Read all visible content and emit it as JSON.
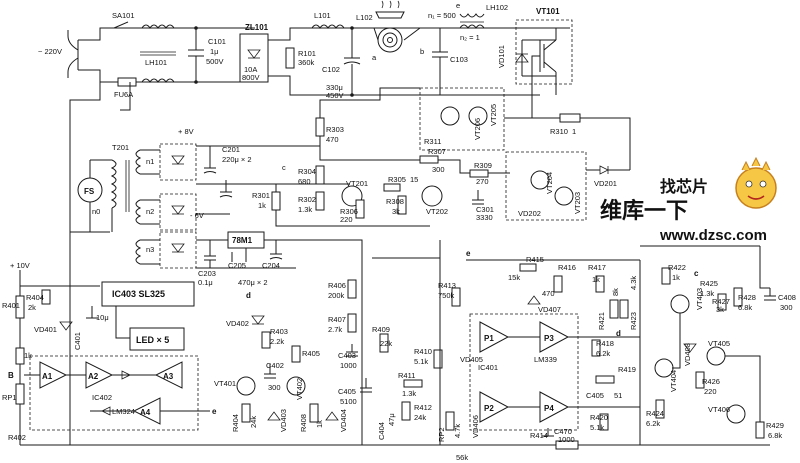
{
  "mains": {
    "voltage": "~ 220V",
    "switch": "SA101",
    "filter": "LH101",
    "fuse": "FU6A"
  },
  "rectifier": {
    "ref": "ZL101",
    "current": "10A",
    "voltage": "800V"
  },
  "caps_input": {
    "c101_ref": "C101",
    "c101_val": "1μ",
    "c101_v": "500V"
  },
  "r101": {
    "ref": "R101",
    "val": "360k"
  },
  "l101": {
    "ref": "L101"
  },
  "c102": {
    "ref": "C102",
    "val": "330μ",
    "v": "450V"
  },
  "coil": {
    "ref": "L102",
    "node_a": "a",
    "node_b": "b"
  },
  "ct": {
    "ref": "LH102",
    "n1": "n₁ = 500",
    "n2": "n₂ = 1",
    "node_e": "e"
  },
  "c103": {
    "ref": "C103"
  },
  "power_stage": {
    "igbt": "VT101",
    "diode": "VD101",
    "r310_ref": "R310",
    "r310_val": "1"
  },
  "fan": {
    "label": "FS",
    "n0": "n0"
  },
  "transformer": {
    "ref": "T201",
    "n1": "n1",
    "n2": "n2",
    "n3": "n3"
  },
  "supply": {
    "plus8": "+ 8V",
    "minus6": "- 6V",
    "c201_ref": "C201",
    "c201_val": "220μ × 2",
    "reg": "78M1",
    "c203_ref": "C203",
    "c203_val": "0.1μ",
    "c205_ref": "C205",
    "c204_ref": "C204",
    "c204_val": "470μ × 2",
    "plus10": "+ 10V"
  },
  "driver": {
    "r303_ref": "R303",
    "r303_val": "470",
    "r304_ref": "R304",
    "r304_val": "680",
    "r301_ref": "R301",
    "r301_val": "1k",
    "r302_ref": "R302",
    "r302_val": "1.3k",
    "node_c": "c",
    "vt201": "VT201",
    "r306_ref": "R306",
    "r306_val": "220",
    "r305_ref": "R305",
    "r305_val": "15",
    "r308_ref": "R308",
    "r308_val": "3k",
    "vt202": "VT202",
    "r307_ref": "R307",
    "r307_val": "300",
    "r309_ref": "R309",
    "r309_val": "270",
    "c301_ref": "C301",
    "c301_val": "3330",
    "r311_ref": "R311",
    "vt206": "VT206",
    "vt205": "VT205",
    "vt204": "VT204",
    "vt203": "VT203",
    "vd202": "VD202",
    "vd201": "VD201"
  },
  "ic403": {
    "label": "IC403 SL325",
    "led": "LED × 5"
  },
  "left_block": {
    "r401": "R401",
    "r404_ref": "R404",
    "r404_val": "2k",
    "vd401": "VD401",
    "c401": "C401",
    "c401_val": "10μ",
    "node_b": "B",
    "r1k": "1k",
    "rp1": "RP1",
    "r402": "R402",
    "a1": "A1",
    "a2": "A2",
    "a3": "A3",
    "a4": "A4",
    "ic402": "IC402",
    "lm324": "LM324",
    "node_e": "e"
  },
  "mid_block": {
    "node_d": "d",
    "vd402": "VD402",
    "r403_ref": "R403",
    "r403_val": "2.2k",
    "r405": "R405",
    "c402_ref": "C402",
    "c402_val": "300",
    "vt401": "VT401",
    "vt402": "VT402",
    "r404b_ref": "R404",
    "r404b_val": "24k",
    "vd403": "VD403",
    "r408_ref": "R408",
    "r408_val": "1k",
    "vd404": "VD404",
    "r406_ref": "R406",
    "r406_val": "200k",
    "r407_ref": "R407",
    "r407_val": "2.7k",
    "c403_ref": "C403",
    "c403_val": "1000",
    "c405_ref": "C405",
    "c405_val": "5100",
    "r409_ref": "R409",
    "r409_val": "22k",
    "r410_ref": "R410",
    "r410_val": "5.1k",
    "r411_ref": "R411",
    "r411_val": "1.3k",
    "r412_ref": "R412",
    "r412_val": "24k",
    "c404_ref": "C404",
    "c404_val": "47μ",
    "rp2": "RP2",
    "rp2_val": "4.7k",
    "r413_ref": "R413",
    "r413_val": "750k",
    "r414": "R414",
    "r414_val": "56k"
  },
  "comparator": {
    "node_e": "e",
    "r415_ref": "R415",
    "r415_val": "15k",
    "r416": "R416",
    "r416_val": "470",
    "vd407": "VD407",
    "vd405": "VD405",
    "vd406": "VD406",
    "p1": "P1",
    "p2": "P2",
    "p3": "P3",
    "p4": "P4",
    "ic401": "IC401",
    "lm339": "LM339",
    "c470_ref": "C470",
    "c470_val": "1000"
  },
  "right_block": {
    "r417_ref": "R417",
    "r417_val": "1k",
    "r421_ref": "R421",
    "r421_val": "8k",
    "r423_ref": "R423",
    "r423_val": "4.3k",
    "r418_ref": "R418",
    "r418_val": "6.2k",
    "node_d": "d",
    "r419": "R419",
    "c405b_ref": "C405",
    "c405b_val": "51",
    "r420_ref": "R420",
    "r420_val": "5.1k",
    "r424_ref": "R424",
    "r424_val": "6.2k",
    "r422_ref": "R422",
    "r422_val": "1k",
    "node_c": "c",
    "vt403": "VT403",
    "vt404": "VT404",
    "vd408": "VD408",
    "r425_ref": "R425",
    "r425_val": "1.3k",
    "r427_ref": "R427",
    "r427_val": "3k",
    "r428_ref": "R428",
    "r428_val": "6.8k",
    "c408_ref": "C408",
    "c408_val": "300",
    "vt405": "VT405",
    "r426_ref": "R426",
    "r426_val": "220",
    "vt406": "VT406",
    "r429_ref": "R429",
    "r429_val": "6.8k"
  },
  "watermark": {
    "cn": "维库一下",
    "url": "www.dzsc.com",
    "logo_text": "找芯片"
  }
}
